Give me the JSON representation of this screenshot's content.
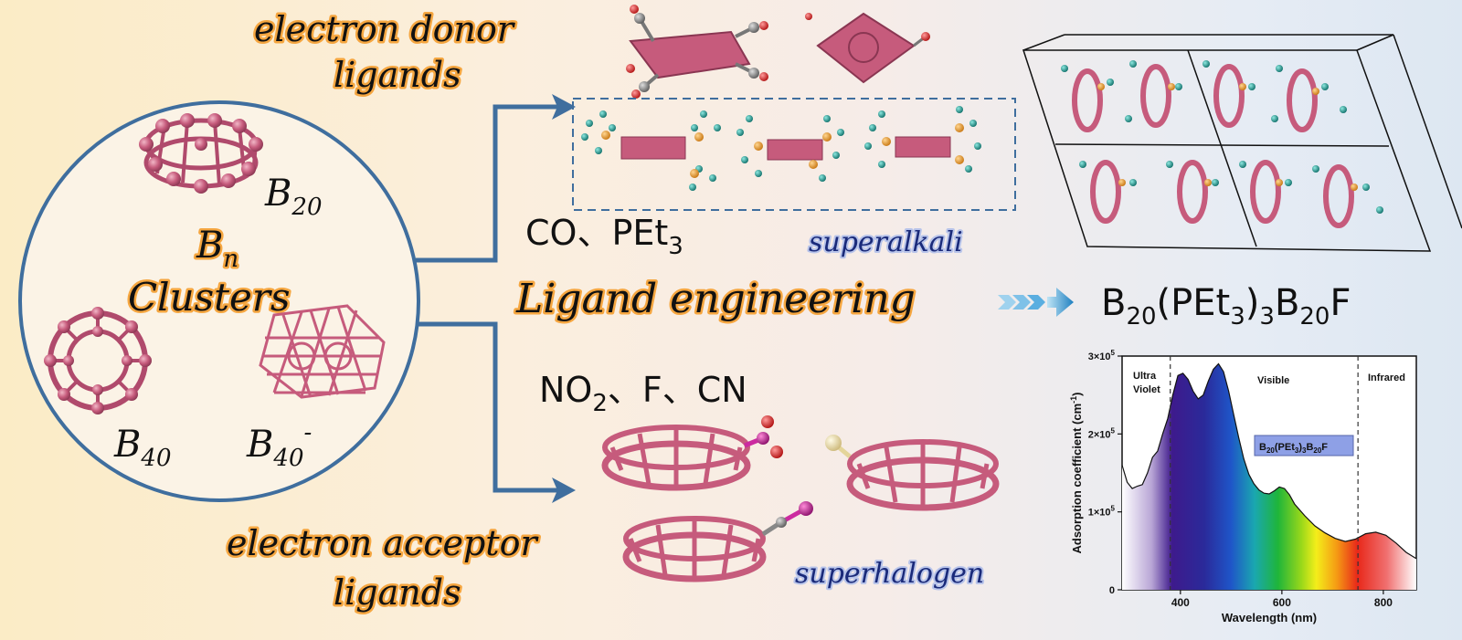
{
  "labels": {
    "donor_line1": "electron donor",
    "donor_line2": "ligands",
    "acceptor_line1": "electron acceptor",
    "acceptor_line2": "ligands",
    "donor_ligands": "CO、PEt",
    "donor_ligands_sub": "3",
    "acceptor_ligands_a": "NO",
    "acceptor_ligands_sub": "2",
    "acceptor_ligands_b": "、F、CN",
    "superalkali": "superalkali",
    "superhalogen": "superhalogen",
    "ligand_engineering": "Ligand engineering",
    "bn_base": "B",
    "bn_sub": "n",
    "clusters": "Clusters",
    "b20_base": "B",
    "b20_sub": "20",
    "b40_base": "B",
    "b40_sub": "40",
    "b40m_base": "B",
    "b40m_sub": "40",
    "b40m_sup": "-",
    "product_b1": "B",
    "product_s1": "20",
    "product_m1": "(PEt",
    "product_s2": "3",
    "product_m2": ")",
    "product_s3": "3",
    "product_b2": "B",
    "product_s4": "20",
    "product_f": "F"
  },
  "colors": {
    "boron": "#c65b7c",
    "carbon": "#8a8a8a",
    "oxygen": "#e0262a",
    "hydrogen": "#1ba39c",
    "phosphorus": "#f0a030",
    "fluorine": "#f2e4a6",
    "nitrogen": "#cc2aa0",
    "arrow": "#3f6e9e"
  },
  "chart_data": {
    "type": "area",
    "xlabel": "Wavelength (nm)",
    "ylabel": "Adsorption coefficient (cm",
    "ylabel_sup": "-1",
    "xlim": [
      285,
      865
    ],
    "ylim": [
      0,
      300000
    ],
    "xticks": [
      "400",
      "600",
      "800"
    ],
    "xtick_values": [
      400,
      600,
      800
    ],
    "yticks": [
      "0",
      "1×10",
      "2×10",
      "3×10"
    ],
    "ytick_exp": "5",
    "ytick_values": [
      0,
      100000,
      200000,
      300000
    ],
    "regions": [
      {
        "label_line1": "Ultra",
        "label_line2": "Violet"
      },
      {
        "label_line1": "Visible",
        "label_line2": ""
      },
      {
        "label_line1": "Infrared",
        "label_line2": ""
      }
    ],
    "region_boundaries": [
      380,
      750
    ],
    "legend": {
      "b1": "B",
      "s1": "20",
      "m1": "(PEt",
      "s2": "3",
      "m2": ")",
      "s3": "3",
      "b2": "B",
      "s4": "20",
      "f": "F"
    },
    "legend_color": "#8ea0e6",
    "series": [
      {
        "x": [
          285,
          295,
          305,
          315,
          325,
          335,
          345,
          355,
          365,
          375,
          385,
          395,
          405,
          415,
          425,
          435,
          445,
          455,
          465,
          475,
          485,
          495,
          505,
          515,
          525,
          535,
          545,
          555,
          565,
          575,
          585,
          595,
          605,
          615,
          625,
          645,
          665,
          685,
          705,
          725,
          745,
          765,
          785,
          805,
          825,
          845,
          865
        ],
        "y": [
          160000,
          138000,
          130000,
          133000,
          135000,
          150000,
          170000,
          178000,
          200000,
          220000,
          250000,
          275000,
          278000,
          270000,
          255000,
          245000,
          250000,
          268000,
          283000,
          290000,
          280000,
          255000,
          225000,
          195000,
          168000,
          148000,
          136000,
          128000,
          124000,
          123000,
          127000,
          132000,
          130000,
          122000,
          110000,
          95000,
          82000,
          73000,
          66000,
          62000,
          65000,
          72000,
          74000,
          70000,
          60000,
          48000,
          40000
        ]
      }
    ]
  }
}
